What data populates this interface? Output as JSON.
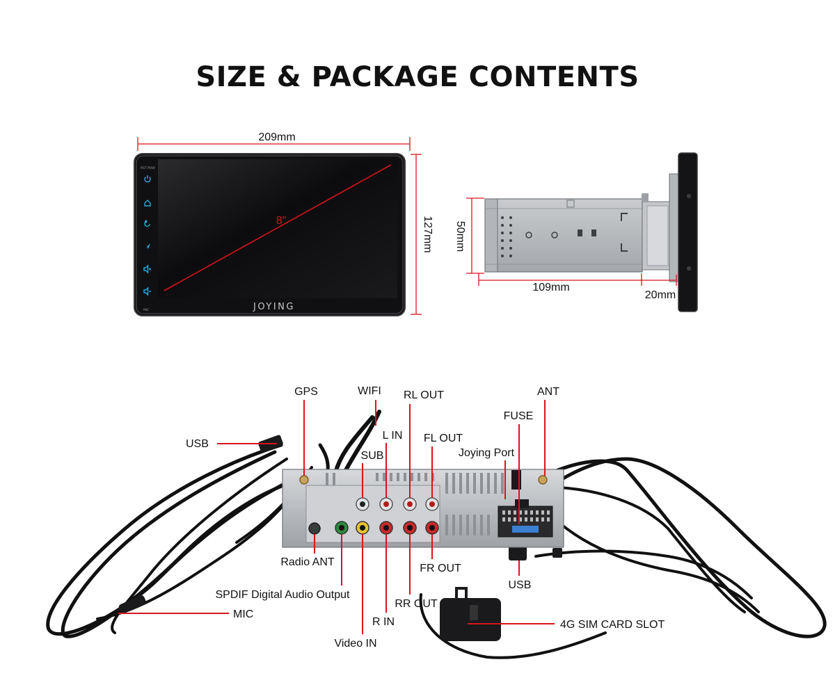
{
  "title": "SIZE & PACKAGE CONTENTS",
  "front_view": {
    "width_label": "209mm",
    "height_label": "127mm",
    "diagonal_label": "8\"",
    "brand": "JOYING",
    "top_corner_text": "RST POW",
    "bottom_corner_text": "MIC",
    "side_buttons": [
      "power-icon",
      "home-icon",
      "back-icon",
      "navigation-icon",
      "volume-up-icon",
      "volume-down-icon"
    ]
  },
  "side_view": {
    "height_label": "50mm",
    "depth_label": "109mm",
    "panel_label": "20mm"
  },
  "accent_color": "#d8141b",
  "button_color": "#2aa9d8",
  "connectors": {
    "gps": "GPS",
    "wifi": "WIFI",
    "rl_out": "RL OUT",
    "ant": "ANT",
    "fuse": "FUSE",
    "usb_left": "USB",
    "l_in": "L IN",
    "fl_out": "FL OUT",
    "joying_port": "Joying Port",
    "sub": "SUB",
    "radio_ant": "Radio ANT",
    "fr_out": "FR OUT",
    "usb_right": "USB",
    "spdif": "SPDIF Digital Audio Output",
    "rr_out": "RR OUT",
    "mic": "MIC",
    "r_in": "R IN",
    "sim": "4G SIM CARD SLOT",
    "video_in": "Video IN"
  }
}
